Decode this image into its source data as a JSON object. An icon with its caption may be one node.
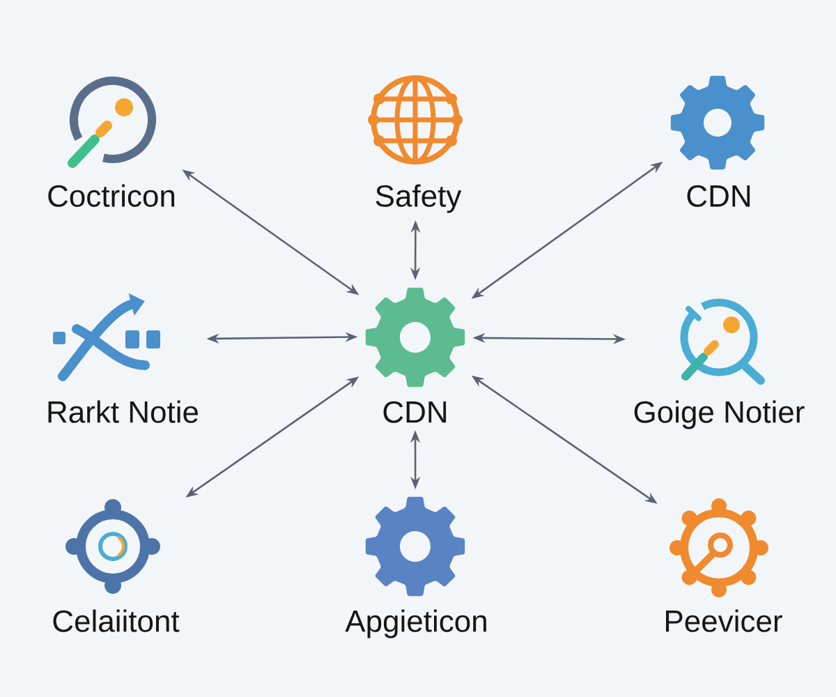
{
  "diagram": {
    "nodes": [
      {
        "text": [
          "Coctricon"
        ]
      },
      {
        "text": [
          "Safety"
        ]
      },
      {
        "text": [
          "CDN"
        ]
      },
      {
        "text": [
          "Rarkt Notie"
        ]
      },
      {
        "text": [
          "CDN"
        ]
      },
      {
        "text": [
          "Goige Notier"
        ]
      },
      {
        "text": [
          "Celaiitont"
        ]
      },
      {
        "text": [
          "Apgieticon"
        ]
      },
      {
        "text": [
          "Peevicer"
        ]
      }
    ],
    "edges": [
      {
        "from": 4,
        "to": 0,
        "arrow": "both"
      },
      {
        "from": 4,
        "to": 1,
        "arrow": "both"
      },
      {
        "from": 4,
        "to": 2,
        "arrow": "both"
      },
      {
        "from": 4,
        "to": 3,
        "arrow": "both"
      },
      {
        "from": 4,
        "to": 5,
        "arrow": "both"
      },
      {
        "from": 4,
        "to": 6,
        "arrow": "both"
      },
      {
        "from": 4,
        "to": 7,
        "arrow": "both"
      },
      {
        "from": 4,
        "to": 8,
        "arrow": "both"
      }
    ]
  }
}
